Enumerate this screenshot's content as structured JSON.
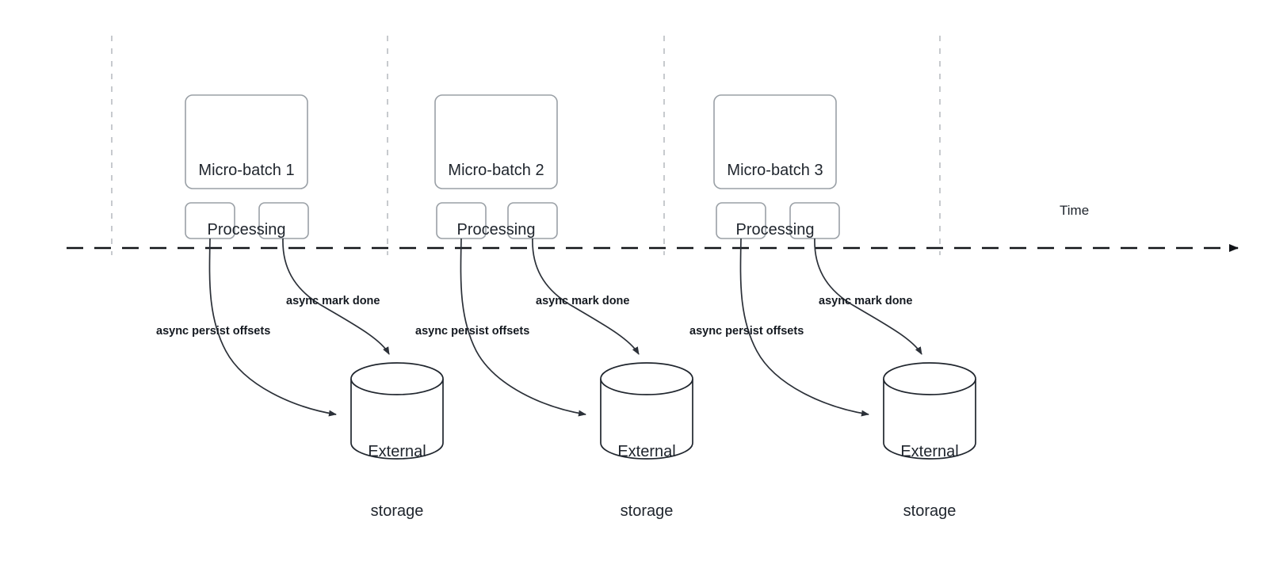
{
  "diagram": {
    "title_semantic": "micro-batch async offset commit timeline",
    "timeline": {
      "axis_label": "Time",
      "tick_count": 4
    },
    "colors": {
      "box_stroke": "#9aa0a6",
      "cylinder_stroke": "#20262e",
      "curve_stroke": "#2b3038",
      "timeline_stroke": "#111418",
      "tick_stroke": "#b9bdc2",
      "text": "#20262e",
      "annotation_text": "#151a21",
      "background": "#ffffff"
    },
    "batches": [
      {
        "id": 1,
        "title_line1": "Micro-batch 1",
        "title_line2": "Processing",
        "small_box_left_label": "",
        "small_box_right_label": "",
        "annotations": {
          "persist": "async persist offsets",
          "mark_done": "async mark done"
        },
        "storage_line1": "External",
        "storage_line2": "storage"
      },
      {
        "id": 2,
        "title_line1": "Micro-batch 2",
        "title_line2": "Processing",
        "small_box_left_label": "",
        "small_box_right_label": "",
        "annotations": {
          "persist": "async persist offsets",
          "mark_done": "async mark done"
        },
        "storage_line1": "External",
        "storage_line2": "storage"
      },
      {
        "id": 3,
        "title_line1": "Micro-batch 3",
        "title_line2": "Processing",
        "small_box_left_label": "",
        "small_box_right_label": "",
        "annotations": {
          "persist": "async persist offsets",
          "mark_done": "async mark done"
        },
        "storage_line1": "External",
        "storage_line2": "storage"
      }
    ]
  }
}
